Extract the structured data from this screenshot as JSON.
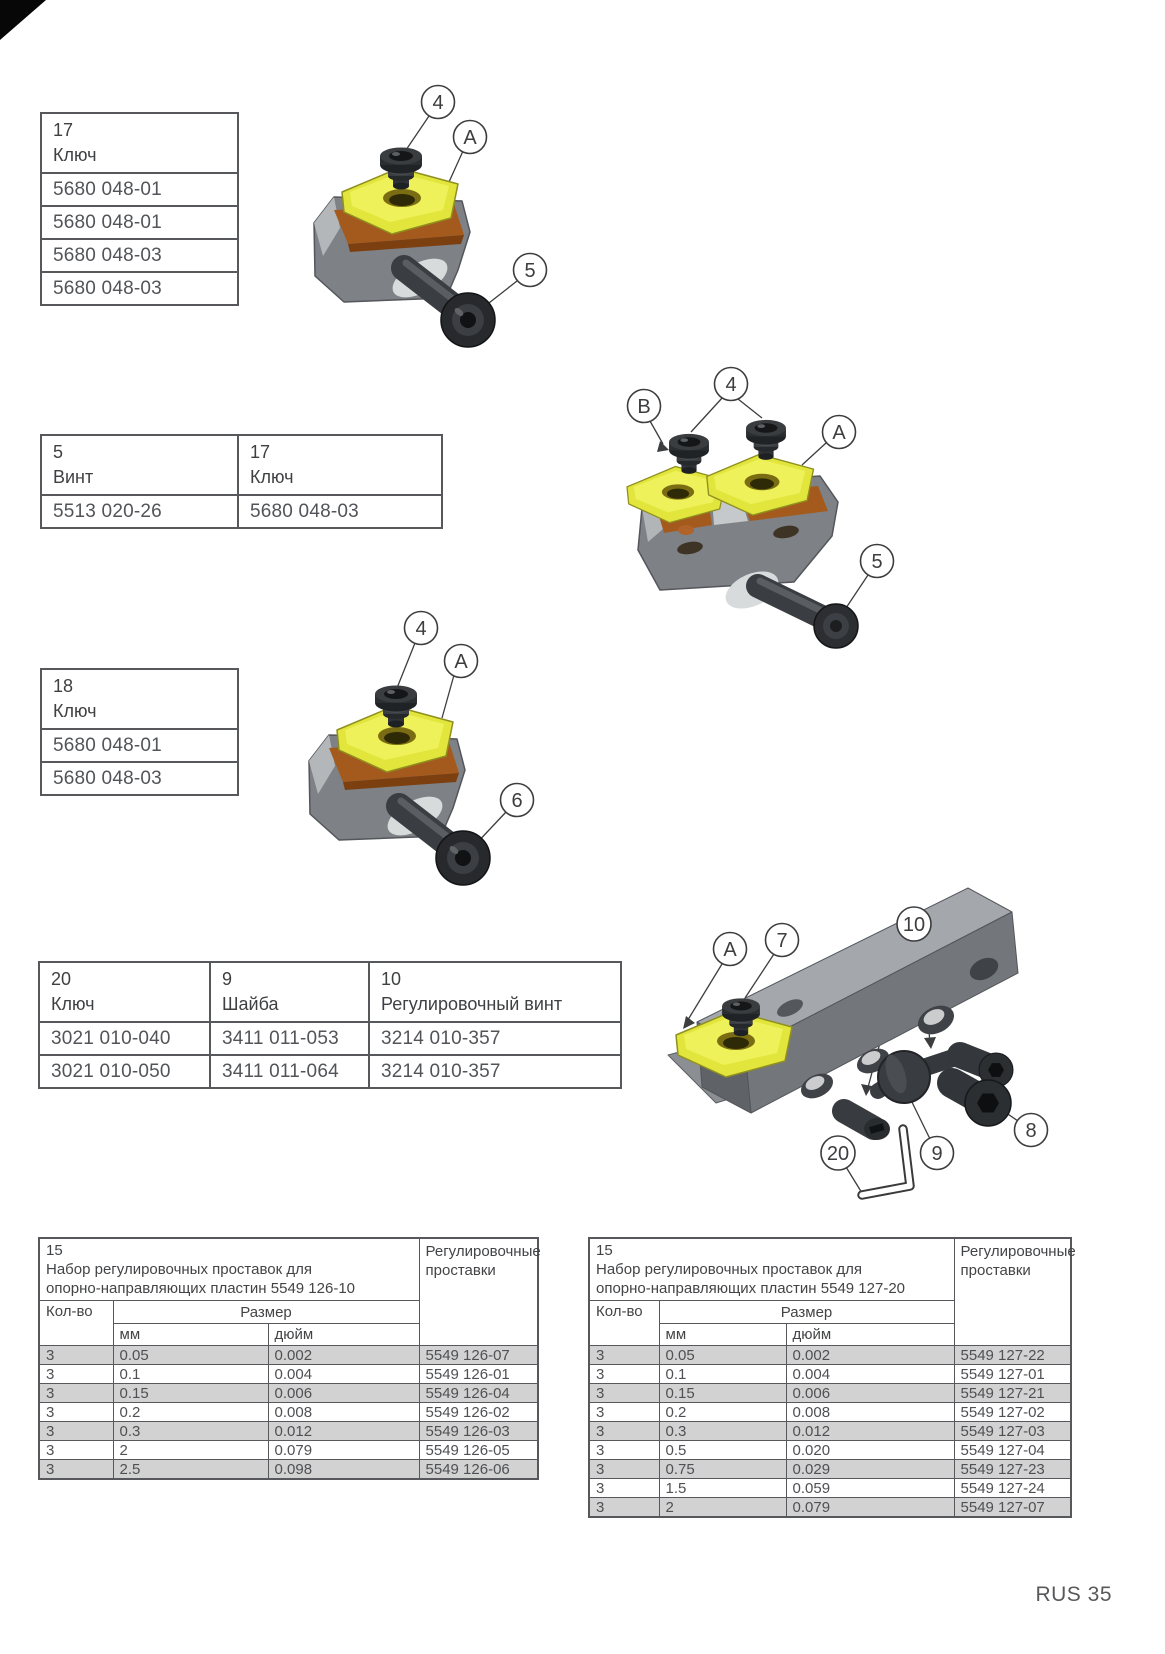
{
  "page": {
    "footer_label": "RUS 35"
  },
  "tables": {
    "key17": {
      "ref": "17",
      "title": "Ключ",
      "rows": [
        "5680 048-01",
        "5680 048-01",
        "5680 048-03",
        "5680 048-03"
      ]
    },
    "screw5_key17": {
      "cols": [
        {
          "ref": "5",
          "title": "Винт"
        },
        {
          "ref": "17",
          "title": "Ключ"
        }
      ],
      "rows": [
        [
          "5513 020-26",
          "5680 048-03"
        ]
      ]
    },
    "key18": {
      "ref": "18",
      "title": "Ключ",
      "rows": [
        "5680 048-01",
        "5680 048-03"
      ]
    },
    "adj20": {
      "cols": [
        {
          "ref": "20",
          "title": "Ключ"
        },
        {
          "ref": "9",
          "title": "Шайба"
        },
        {
          "ref": "10",
          "title": "Регулировочный винт"
        }
      ],
      "rows": [
        [
          "3021 010-040",
          "3411 011-053",
          "3214 010-357"
        ],
        [
          "3021 010-050",
          "3411 011-064",
          "3214 010-357"
        ]
      ]
    },
    "shim_left": {
      "ref": "15",
      "title_line1": "Набор регулировочных проставок для",
      "title_line2": "опорно-направляющих пластин 5549 126-10",
      "right_header_line1": "Регулировочные",
      "right_header_line2": "проставки",
      "col_qty": "Кол-во",
      "col_size": "Размер",
      "col_mm": "мм",
      "col_inch": "дюйм",
      "rows": [
        [
          "3",
          "0.05",
          "0.002",
          "5549 126-07"
        ],
        [
          "3",
          "0.1",
          "0.004",
          "5549 126-01"
        ],
        [
          "3",
          "0.15",
          "0.006",
          "5549 126-04"
        ],
        [
          "3",
          "0.2",
          "0.008",
          "5549 126-02"
        ],
        [
          "3",
          "0.3",
          "0.012",
          "5549 126-03"
        ],
        [
          "3",
          "2",
          "0.079",
          "5549 126-05"
        ],
        [
          "3",
          "2.5",
          "0.098",
          "5549 126-06"
        ]
      ]
    },
    "shim_right": {
      "ref": "15",
      "title_line1": "Набор регулировочных проставок для",
      "title_line2": "опорно-направляющих пластин 5549 127-20",
      "right_header_line1": "Регулировочные",
      "right_header_line2": "проставки",
      "col_qty": "Кол-во",
      "col_size": "Размер",
      "col_mm": "мм",
      "col_inch": "дюйм",
      "rows": [
        [
          "3",
          "0.05",
          "0.002",
          "5549 127-22"
        ],
        [
          "3",
          "0.1",
          "0.004",
          "5549 127-01"
        ],
        [
          "3",
          "0.15",
          "0.006",
          "5549 127-21"
        ],
        [
          "3",
          "0.2",
          "0.008",
          "5549 127-02"
        ],
        [
          "3",
          "0.3",
          "0.012",
          "5549 127-03"
        ],
        [
          "3",
          "0.5",
          "0.020",
          "5549 127-04"
        ],
        [
          "3",
          "0.75",
          "0.029",
          "5549 127-23"
        ],
        [
          "3",
          "1.5",
          "0.059",
          "5549 127-24"
        ],
        [
          "3",
          "2",
          "0.079",
          "5549 127-07"
        ]
      ]
    }
  },
  "diagrams": {
    "d1": {
      "callouts": {
        "c4": "4",
        "cA": "A",
        "c5": "5"
      }
    },
    "d2": {
      "callouts": {
        "cB": "B",
        "c4": "4",
        "cA": "A",
        "c5": "5"
      }
    },
    "d3": {
      "callouts": {
        "c4": "4",
        "cA": "A",
        "c6": "6"
      }
    },
    "d4": {
      "callouts": {
        "cA": "A",
        "c7": "7",
        "c10": "10",
        "c8": "8",
        "c9": "9",
        "c20": "20"
      }
    }
  },
  "colors": {
    "insert_yellow": "#e2e53c",
    "body_gray": "#7e8186",
    "seat_brown": "#a55a1d",
    "row_shade": "#d2d2d2",
    "table_border": "#56585c"
  }
}
